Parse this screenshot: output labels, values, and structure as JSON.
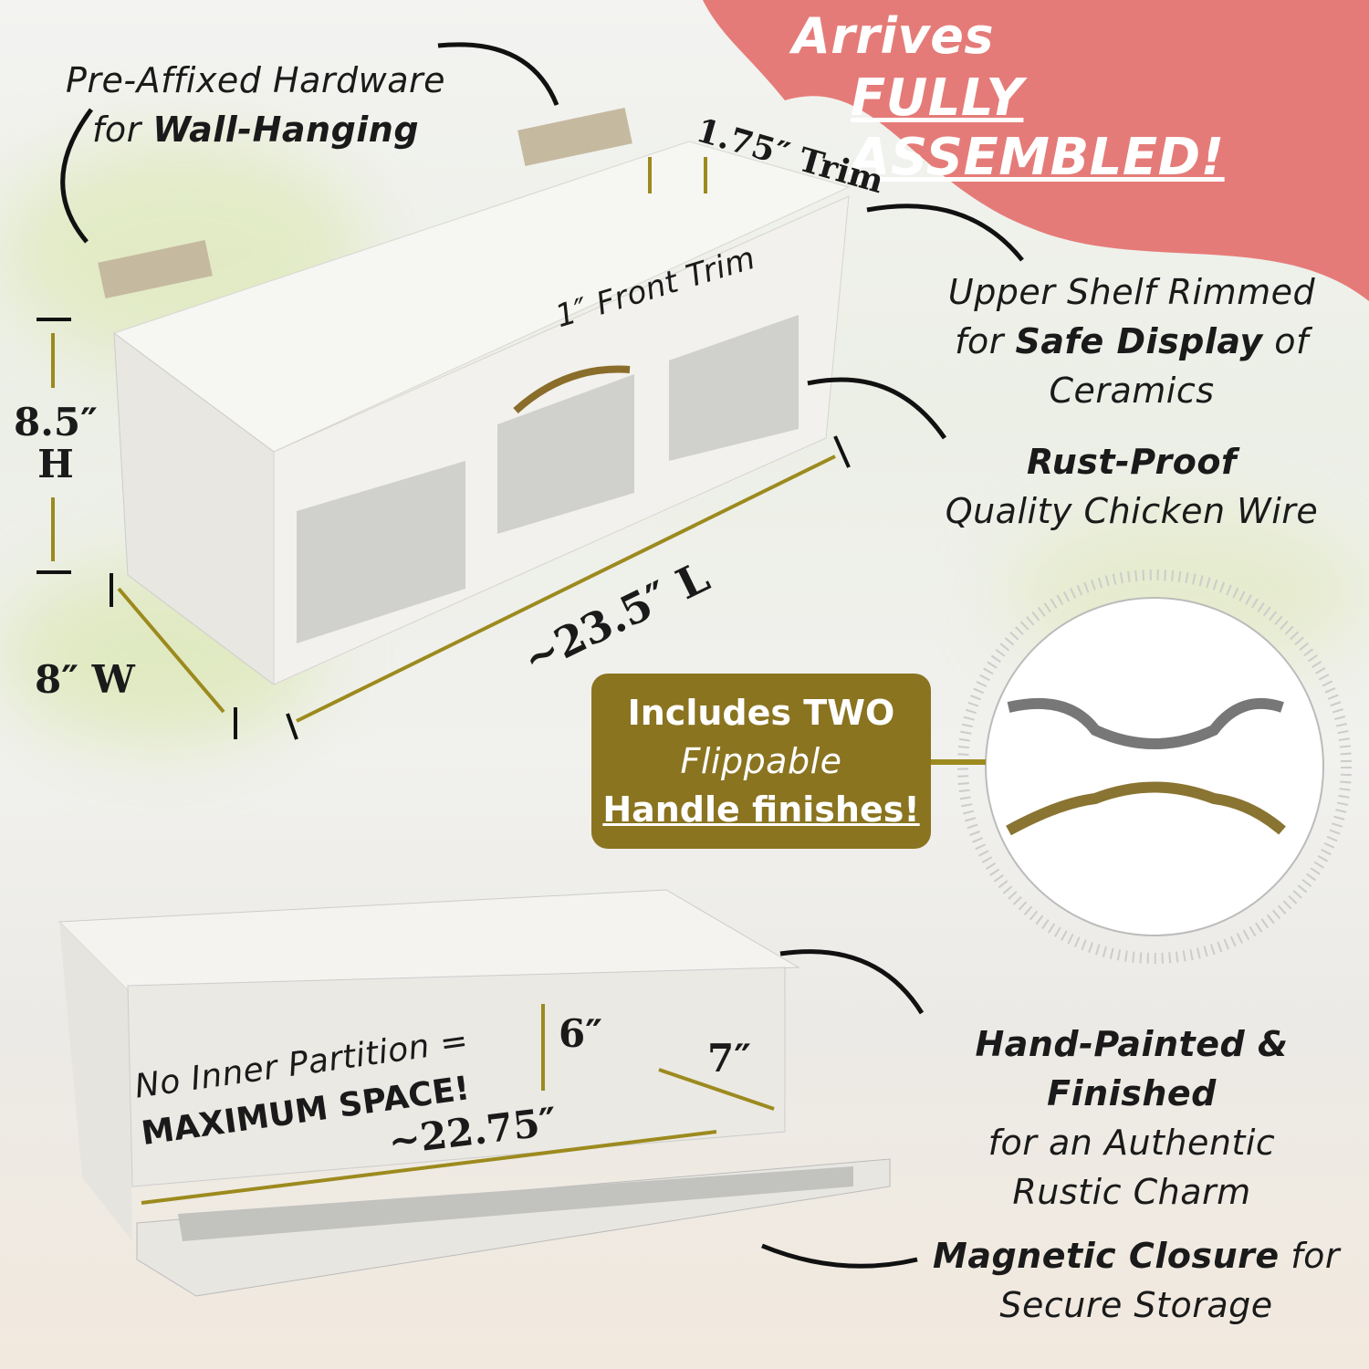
{
  "banner": {
    "line1": "Arrives",
    "line2": "FULLY ASSEMBLED!",
    "color": "#e57b78"
  },
  "hardware": {
    "line1": "Pre-Affixed Hardware",
    "line2_prefix": "for ",
    "line2_bold": "Wall-Hanging"
  },
  "trim_top": "1.75″ Trim",
  "trim_front": "1″ Front Trim",
  "upper_shelf": {
    "line1": "Upper Shelf Rimmed",
    "line2_prefix": "for ",
    "line2_bold": "Safe Display",
    "line2_suffix": " of",
    "line3": "Ceramics"
  },
  "wire": {
    "line1": "Rust-Proof",
    "line2": "Quality Chicken Wire"
  },
  "height": {
    "value": "8.5″",
    "unit": "H"
  },
  "width": "8″ W",
  "length": "~23.5″ L",
  "handles": {
    "line1": "Includes TWO",
    "line2": "Flippable",
    "line3": "Handle finishes!",
    "color": "#8a7420"
  },
  "interior": {
    "line1": "No Inner Partition =",
    "line2": "MAXIMUM SPACE!",
    "depth": "6″",
    "side": "7″",
    "inner_length": "~22.75″"
  },
  "painted": {
    "line1": "Hand-Painted & Finished",
    "line2": "for an Authentic",
    "line3": "Rustic Charm"
  },
  "magnetic": {
    "bold": "Magnetic Closure",
    "suffix": " for",
    "line2": "Secure Storage"
  },
  "accent_gold": "#9c8a1e"
}
